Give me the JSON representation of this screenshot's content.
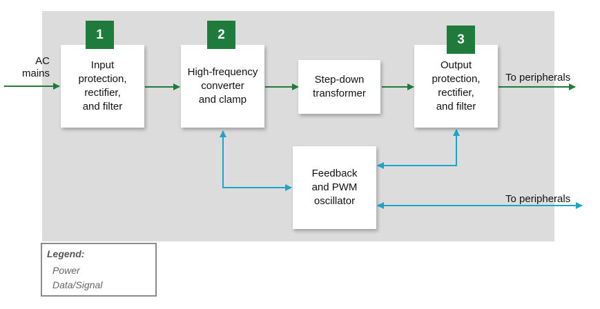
{
  "colors": {
    "power": "#1e7b3c",
    "signal": "#1aa6c8",
    "panel": "#dcdcdc",
    "badge": "#1e7b3c"
  },
  "inputs": {
    "ac_mains": "AC\nmains"
  },
  "blocks": {
    "input": "Input\nprotection,\nrectifier,\nand filter",
    "converter": "High-frequency\nconverter\nand clamp",
    "transformer": "Step-down\ntransformer",
    "output": "Output\nprotection,\nrectifier,\nand filter",
    "feedback": "Feedback\nand PWM\noscillator"
  },
  "badges": {
    "b1": "1",
    "b2": "2",
    "b3": "3"
  },
  "outputs": {
    "power_out": "To peripherals",
    "signal_out": "To peripherals"
  },
  "legend": {
    "title": "Legend:",
    "power": "Power",
    "signal": "Data/Signal"
  }
}
